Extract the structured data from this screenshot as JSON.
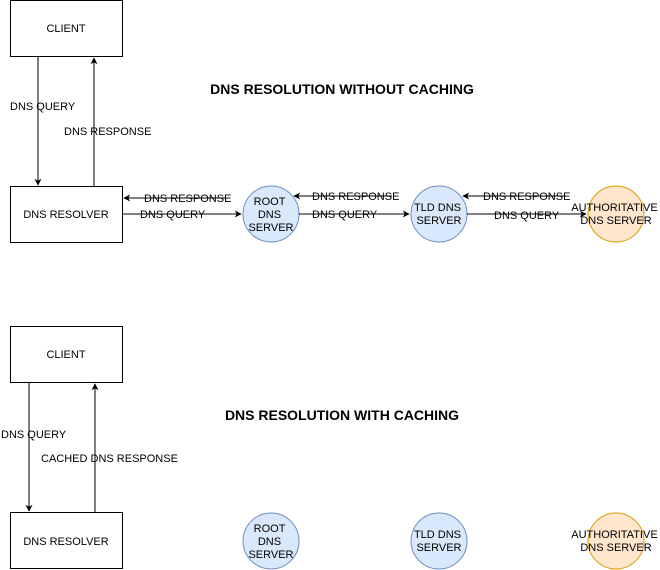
{
  "colors": {
    "dns_server_fill": "#dae8fc",
    "dns_server_stroke": "#6c8ebf",
    "auth_server_fill": "#ffe6cc",
    "auth_server_stroke": "#d79b00"
  },
  "without_caching": {
    "title": "DNS RESOLUTION WITHOUT CACHING",
    "client": "CLIENT",
    "resolver": "DNS RESOLVER",
    "root": [
      "ROOT",
      "DNS",
      "SERVER"
    ],
    "tld": [
      "TLD DNS",
      "SERVER"
    ],
    "auth": [
      "AUTHORITATIVE",
      "DNS SERVER"
    ],
    "edges": {
      "client_to_resolver": "DNS QUERY",
      "resolver_to_client": "DNS RESPONSE",
      "resolver_to_root": "DNS QUERY",
      "root_to_resolver": "DNS RESPONSE",
      "root_to_tld": "DNS QUERY",
      "tld_to_root": "DNS RESPONSE",
      "tld_to_auth": "DNS QUERY",
      "auth_to_tld": "DNS RESPONSE"
    }
  },
  "with_caching": {
    "title": "DNS RESOLUTION WITH CACHING",
    "client": "CLIENT",
    "resolver": "DNS RESOLVER",
    "root": [
      "ROOT",
      "DNS",
      "SERVER"
    ],
    "tld": [
      "TLD DNS",
      "SERVER"
    ],
    "auth": [
      "AUTHORITATIVE",
      "DNS SERVER"
    ],
    "edges": {
      "client_to_resolver": "DNS QUERY",
      "resolver_to_client": "CACHED DNS RESPONSE"
    }
  }
}
